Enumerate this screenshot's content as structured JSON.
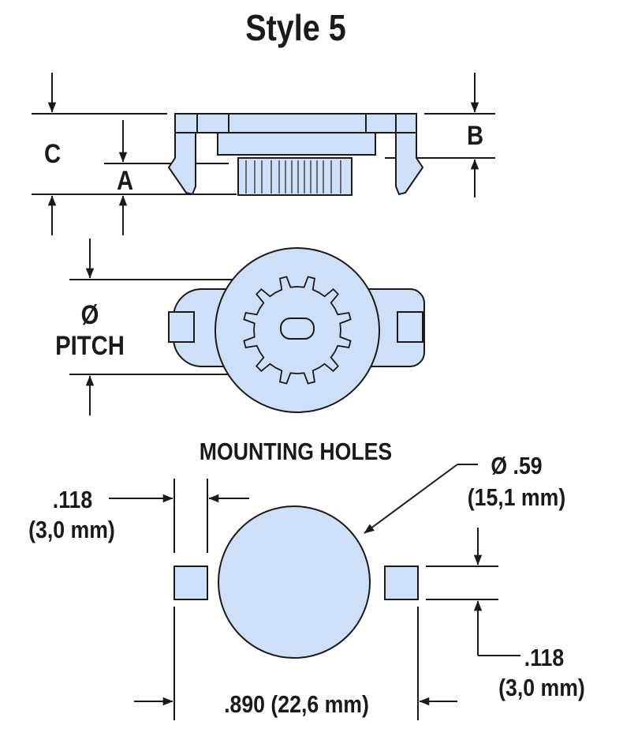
{
  "title": "Style 5",
  "side_view": {
    "dim_c": "C",
    "dim_a": "A",
    "dim_b": "B"
  },
  "top_view": {
    "pitch_symbol": "Ø",
    "pitch_word": "PITCH"
  },
  "mounting": {
    "heading": "MOUNTING HOLES",
    "hole_diameter": "Ø .59",
    "hole_diameter_metric": "(15,1 mm)",
    "slot_width": ".118",
    "slot_width_metric": "(3,0 mm)",
    "slot_height": ".118",
    "slot_height_metric": "(3,0 mm)",
    "span": ".890 (22,6 mm)"
  },
  "colors": {
    "part_fill": "#cde0f7",
    "line": "#1a1a1a"
  }
}
